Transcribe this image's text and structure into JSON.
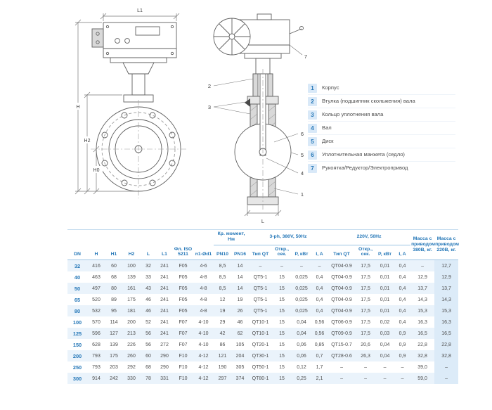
{
  "colors": {
    "accent": "#2376b7",
    "row_alt": "#eaf3fb",
    "mass220_col": "#dcebf8",
    "legend_badge": "#d9e9f8"
  },
  "drawing": {
    "dims": {
      "l1": "L1",
      "h": "H",
      "h2": "H2",
      "h0": "H0",
      "l": "L"
    },
    "callouts": [
      "1",
      "2",
      "3",
      "4",
      "5",
      "6",
      "7"
    ]
  },
  "legend": {
    "items": [
      {
        "num": "1",
        "label": "Корпус"
      },
      {
        "num": "2",
        "label": "Втулка (подшипник скольжения) вала"
      },
      {
        "num": "3",
        "label": "Кольцо уплотнения вала"
      },
      {
        "num": "4",
        "label": "Вал"
      },
      {
        "num": "5",
        "label": "Диск"
      },
      {
        "num": "6",
        "label": "Уплотнительная манжета (седло)"
      },
      {
        "num": "7",
        "label": "Рукоятка/Редуктор/Электропривод"
      }
    ]
  },
  "table": {
    "header": {
      "dims": [
        "DN",
        "H",
        "H1",
        "H2",
        "L",
        "L1"
      ],
      "flange": "Фл. ISO 5211",
      "holes": "n1-Ød1",
      "torque": {
        "title": "Кр. момент, Нм",
        "cols": [
          "PN10",
          "PN16"
        ]
      },
      "power380_title": "3-ph, 380V, 50Hz",
      "power220_title": "220V, 50Hz",
      "power_cols": [
        "Тип QT",
        "Откр., сек.",
        "P, кВт",
        "I, A"
      ],
      "mass380": "Масса с приводом 380В, кг.",
      "mass220": "Масса с приводом 220В, кг."
    },
    "rows": [
      [
        "32",
        "416",
        "60",
        "100",
        "32",
        "241",
        "F05",
        "4-6",
        "8,5",
        "14",
        "–",
        "–",
        "–",
        "–",
        "QT04-0.9",
        "17,5",
        "0,01",
        "0,4",
        "–",
        "12,7"
      ],
      [
        "40",
        "463",
        "68",
        "139",
        "33",
        "241",
        "F05",
        "4-8",
        "8,5",
        "14",
        "QT5-1",
        "15",
        "0,025",
        "0,4",
        "QT04-0.9",
        "17,5",
        "0,01",
        "0,4",
        "12,9",
        "12,9"
      ],
      [
        "50",
        "497",
        "80",
        "161",
        "43",
        "241",
        "F05",
        "4-8",
        "8,5",
        "14",
        "QT5-1",
        "15",
        "0,025",
        "0,4",
        "QT04-0.9",
        "17,5",
        "0,01",
        "0,4",
        "13,7",
        "13,7"
      ],
      [
        "65",
        "520",
        "89",
        "175",
        "46",
        "241",
        "F05",
        "4-8",
        "12",
        "19",
        "QT5-1",
        "15",
        "0,025",
        "0,4",
        "QT04-0.9",
        "17,5",
        "0,01",
        "0,4",
        "14,3",
        "14,3"
      ],
      [
        "80",
        "532",
        "95",
        "181",
        "46",
        "241",
        "F05",
        "4-8",
        "19",
        "26",
        "QT5-1",
        "15",
        "0,025",
        "0,4",
        "QT04-0.9",
        "17,5",
        "0,01",
        "0,4",
        "15,3",
        "15,3"
      ],
      [
        "100",
        "570",
        "114",
        "200",
        "52",
        "241",
        "F07",
        "4-10",
        "29",
        "46",
        "QT10-1",
        "15",
        "0,04",
        "0,56",
        "QT06-0.9",
        "17,5",
        "0,02",
        "0,4",
        "16,3",
        "16,3"
      ],
      [
        "125",
        "596",
        "127",
        "213",
        "56",
        "241",
        "F07",
        "4-10",
        "42",
        "62",
        "QT10-1",
        "15",
        "0,04",
        "0,56",
        "QT09-0.9",
        "17,5",
        "0,03",
        "0,9",
        "16,5",
        "16,5"
      ],
      [
        "150",
        "628",
        "139",
        "226",
        "56",
        "272",
        "F07",
        "4-10",
        "86",
        "105",
        "QT20-1",
        "15",
        "0,06",
        "0,85",
        "QT15-0.7",
        "20,6",
        "0,04",
        "0,9",
        "22,8",
        "22,8"
      ],
      [
        "200",
        "793",
        "175",
        "260",
        "60",
        "290",
        "F10",
        "4-12",
        "121",
        "204",
        "QT30-1",
        "15",
        "0,06",
        "0,7",
        "QT28-0.6",
        "26,3",
        "0,04",
        "0,9",
        "32,8",
        "32,8"
      ],
      [
        "250",
        "793",
        "203",
        "292",
        "68",
        "290",
        "F10",
        "4-12",
        "190",
        "305",
        "QT50-1",
        "15",
        "0,12",
        "1,7",
        "–",
        "–",
        "–",
        "–",
        "39,0",
        "–"
      ],
      [
        "300",
        "914",
        "242",
        "330",
        "78",
        "331",
        "F10",
        "4-12",
        "297",
        "374",
        "QT80-1",
        "15",
        "0,25",
        "2,1",
        "–",
        "–",
        "–",
        "–",
        "59,0",
        "–"
      ]
    ]
  }
}
